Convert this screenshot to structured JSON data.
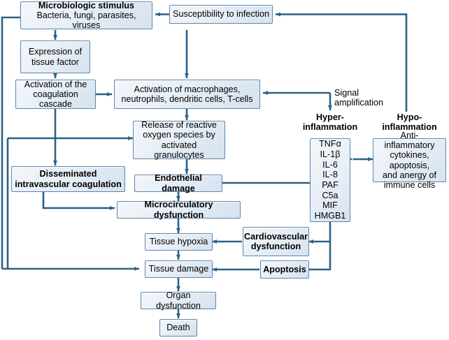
{
  "diagram": {
    "title": "Pathophysiology of sepsis flowchart",
    "accent_line_color": "#2b6186",
    "box_border_color": "#5c86ad",
    "nodes": [
      {
        "id": "microbiologic-stimulus",
        "bold_line": "Microbiologic stimulus",
        "plain_line": "Bacteria, fungi, parasites, viruses"
      },
      {
        "id": "susceptibility-to-infection",
        "label": "Susceptibility to infection"
      },
      {
        "id": "expression-of-tissue-factor",
        "line1": "Expression of",
        "line2": "tissue factor"
      },
      {
        "id": "activation-coagulation-cascade",
        "line1": "Activation of the",
        "line2": "coagulation cascade"
      },
      {
        "id": "activation-of-macrophages",
        "line1": "Activation of macrophages,",
        "line2": "neutrophils, dendritic cells, T-cells"
      },
      {
        "id": "release-reactive-oxygen-species",
        "line1": "Release of reactive",
        "line2": "oxygen species by",
        "line3": "activated granulocytes"
      },
      {
        "id": "disseminated-intravascular-coagulation",
        "line1": "Disseminated",
        "line2": "intravascular coagulation"
      },
      {
        "id": "endothelial-damage",
        "label": "Endothelial damage"
      },
      {
        "id": "microcirculatory-dysfunction",
        "label": "Microcirculatory dysfunction"
      },
      {
        "id": "tissue-hypoxia",
        "label": "Tissue hypoxia"
      },
      {
        "id": "cardiovascular-dysfunction",
        "line1": "Cardiovascular",
        "line2": "dysfunction"
      },
      {
        "id": "tissue-damage",
        "label": "Tissue damage"
      },
      {
        "id": "apoptosis",
        "label": "Apoptosis"
      },
      {
        "id": "organ-dysfunction",
        "label": "Organ dysfunction"
      },
      {
        "id": "death",
        "label": "Death"
      },
      {
        "id": "hypo-inflammation-content",
        "line1": "Anti-inflammatory",
        "line2": "cytokines, apoptosis,",
        "line3": "and anergy of",
        "line4": "immune cells"
      }
    ],
    "labels": {
      "signal_amplification": "Signal\namplification",
      "hyper_inflammation": "Hyper-\ninflammation",
      "hypo_inflammation": "Hypo-\ninflammation"
    },
    "mediators": {
      "heading": "Hyper-inflammation mediators",
      "items": [
        "TNFα",
        "IL-1β",
        "IL-6",
        "IL-8",
        "PAF",
        "C5a",
        "MIF",
        "HMGB1"
      ]
    }
  }
}
